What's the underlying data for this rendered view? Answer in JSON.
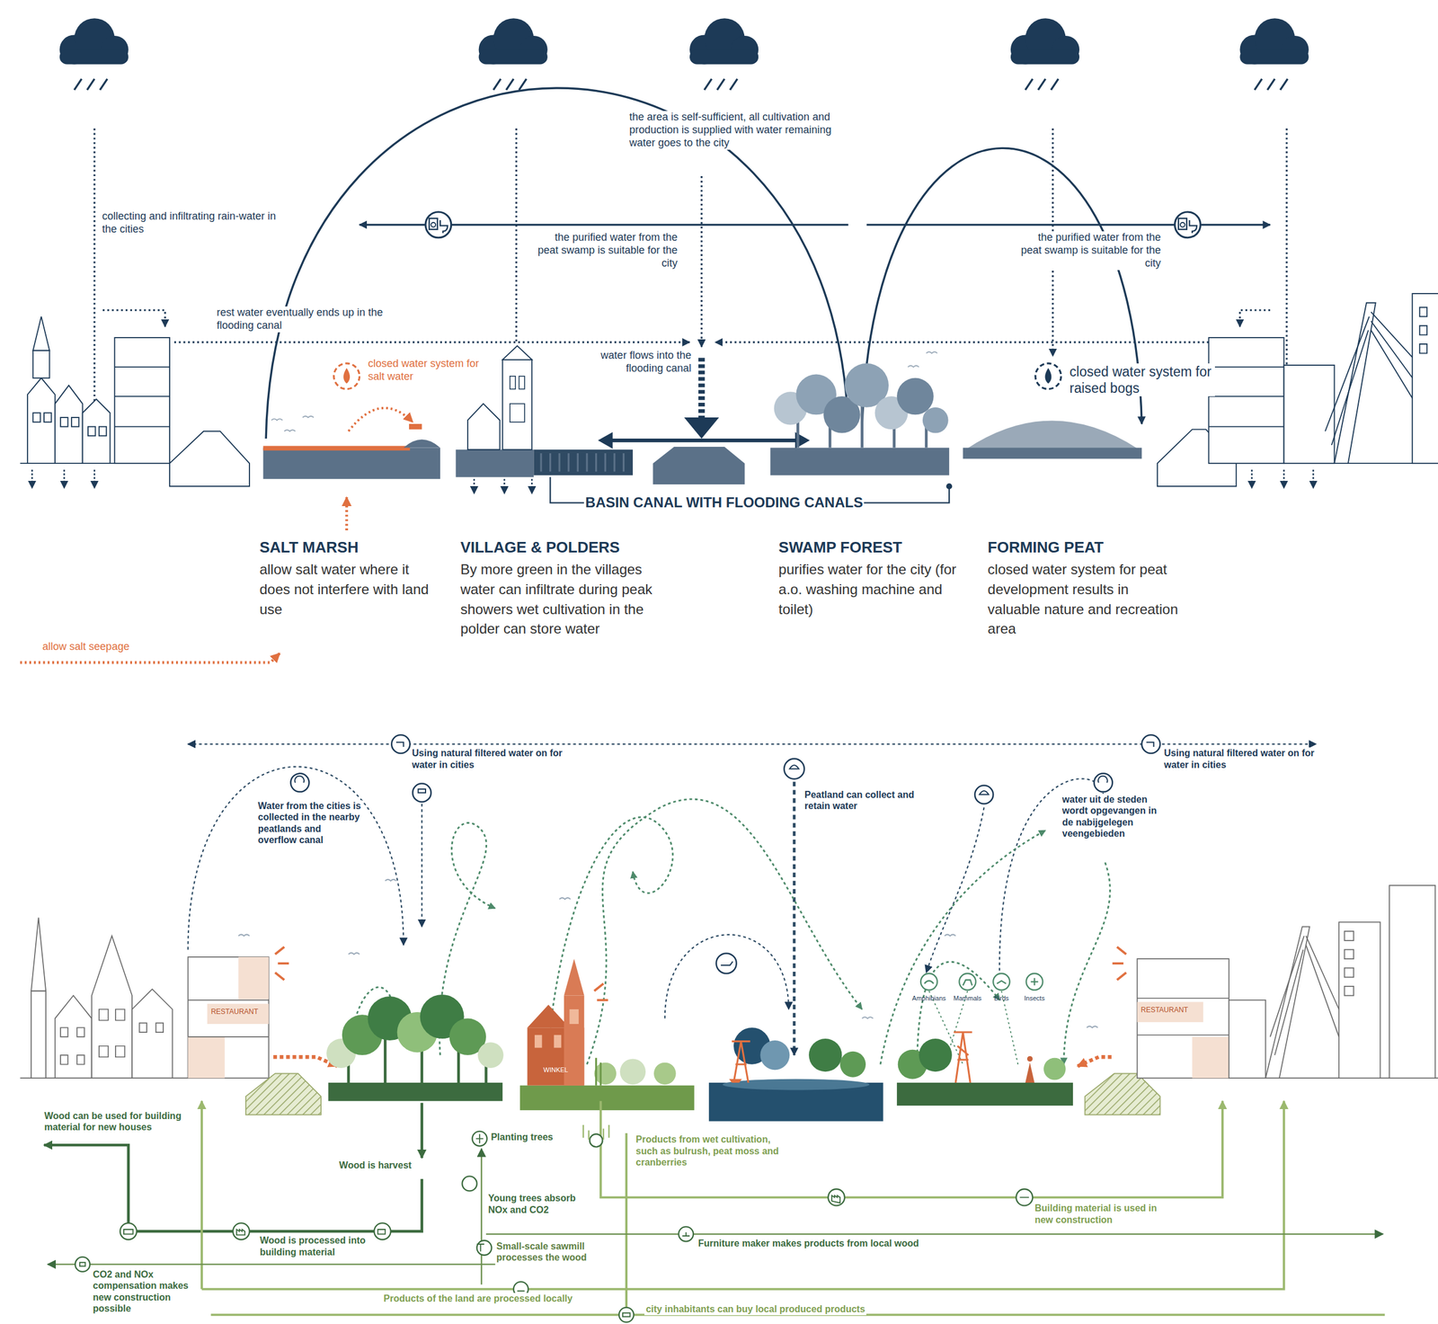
{
  "diagram": {
    "nodes": [
      {
        "text": [
          "SALT MARSH",
          "allow salt water where it does not interfere with land use"
        ]
      },
      {
        "text": [
          "VILLAGE & POLDERS",
          "By more green in the villages water can infiltrate during peak showers wet cultivation in the polder can store water"
        ]
      },
      {
        "text": [
          "SWAMP FOREST",
          "purifies water for the city (for a.o. washing machine and toilet)"
        ]
      },
      {
        "text": [
          "FORMING PEAT",
          "closed water system for peat development results in valuable nature and recreation area"
        ]
      }
    ],
    "labels": [
      "collecting and infiltrating rain-water in the cities",
      "the area is self-sufficient, all cultivation and production is supplied with water remaining water goes to the city",
      "the purified water from the peat swamp is suitable for the city",
      "the purified water from the peat swamp is suitable for the city",
      "rest water eventually ends up in the flooding canal",
      "closed water system for salt water",
      "water flows into the flooding canal",
      "closed water system for raised bogs",
      "BASIN CANAL WITH FLOODING CANALS",
      "Using natural filtered water on for water in cities",
      "Using natural filtered water on for water in cities",
      "Water from the cities is collected in the nearby peatlands and overflow canal",
      "Peatland can collect and retain water",
      "water uit de steden wordt opgevangen in de nabijgelegen veengebieden",
      "Amphibians",
      "Mammals",
      "Birds",
      "Insects",
      "RESTAURANT",
      "RESTAURANT",
      "WINKEL",
      "Wood can be used for building material for new houses",
      "Wood is harvest",
      "Planting trees",
      "Products from wet cultivation, such as bulrush, peat moss and cranberries",
      "Young trees absorb NOx and CO2",
      "Small-scale sawmill processes the wood",
      "Wood is processed into building material",
      "Building material is used in new construction",
      "Furniture maker makes products from local wood",
      "CO2 and NOx compensation makes new construction possible",
      "Products of the land are processed locally",
      "city inhabitants can buy local produced products"
    ],
    "legend": [
      {
        "text": "allow salt seepage"
      }
    ]
  }
}
